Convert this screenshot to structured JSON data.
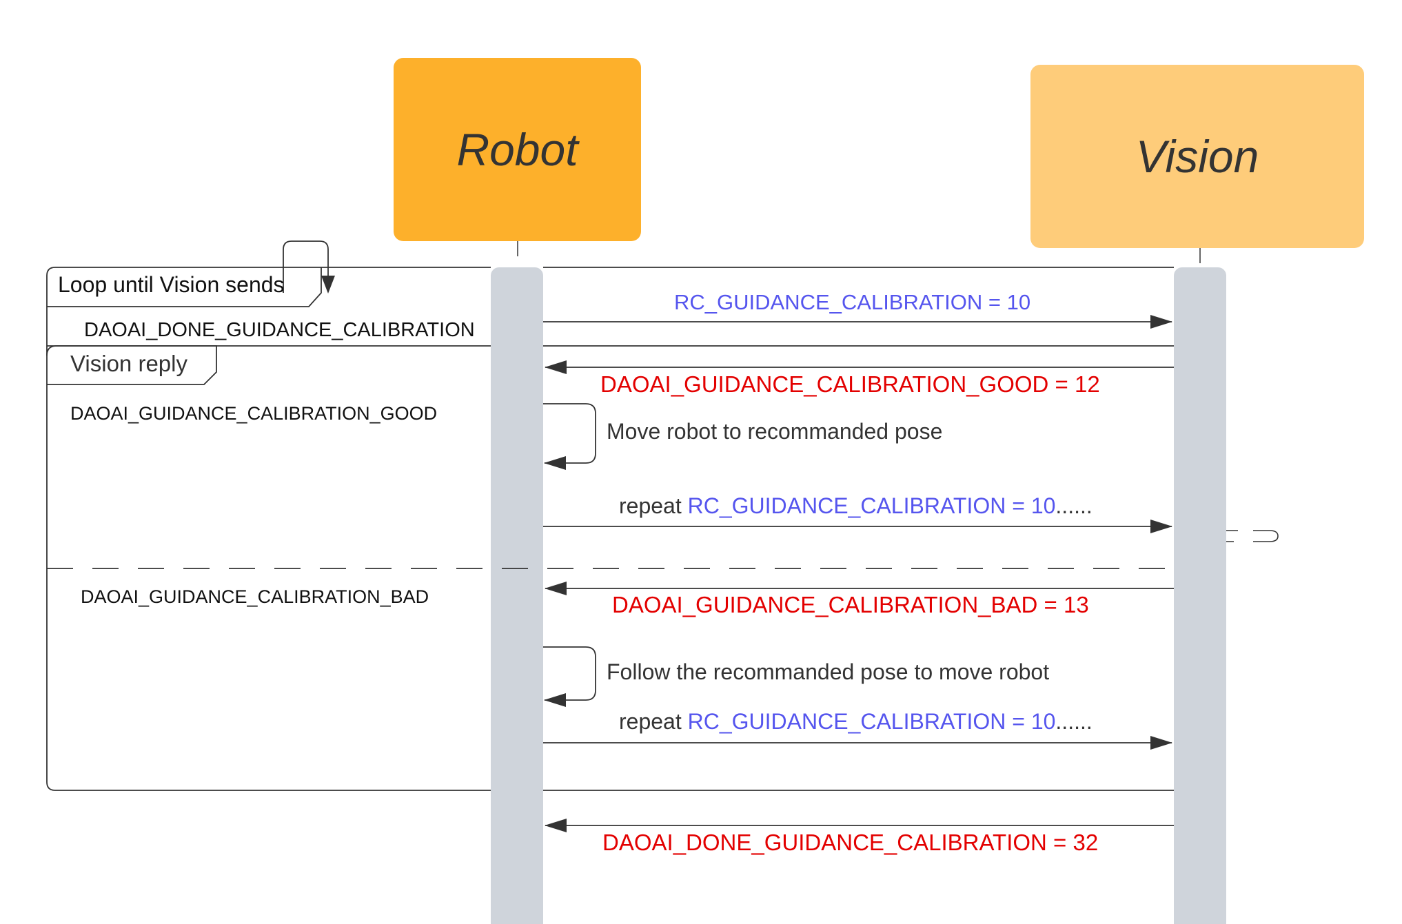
{
  "actors": {
    "robot": {
      "label": "Robot",
      "color": "#fdb02b"
    },
    "vision": {
      "label": "Vision",
      "color": "#fecc7a"
    }
  },
  "loop_frame": {
    "label": "Loop until Vision sends",
    "guard": "DAOAI_DONE_GUIDANCE_CALIBRATION"
  },
  "alt_frame": {
    "label": "Vision reply",
    "guard_good": "DAOAI_GUIDANCE_CALIBRATION_GOOD",
    "guard_bad": "DAOAI_GUIDANCE_CALIBRATION_BAD"
  },
  "messages": {
    "m1": "RC_GUIDANCE_CALIBRATION = 10",
    "m2": "DAOAI_GUIDANCE_CALIBRATION_GOOD = 12",
    "self1": "Move robot to recommanded pose",
    "m3_prefix": "repeat",
    "m3_code": "RC_GUIDANCE_CALIBRATION = 10",
    "m3_suffix": "......",
    "m4": "DAOAI_GUIDANCE_CALIBRATION_BAD = 13",
    "self2": "Follow the recommanded pose to move robot",
    "m5_prefix": "repeat",
    "m5_code": "RC_GUIDANCE_CALIBRATION = 10",
    "m5_suffix": "......",
    "m6": "DAOAI_DONE_GUIDANCE_CALIBRATION = 32"
  },
  "colors": {
    "request": "#5555ee",
    "reply": "#e30000",
    "lifeline": "#cfd4db",
    "line": "#333333"
  }
}
